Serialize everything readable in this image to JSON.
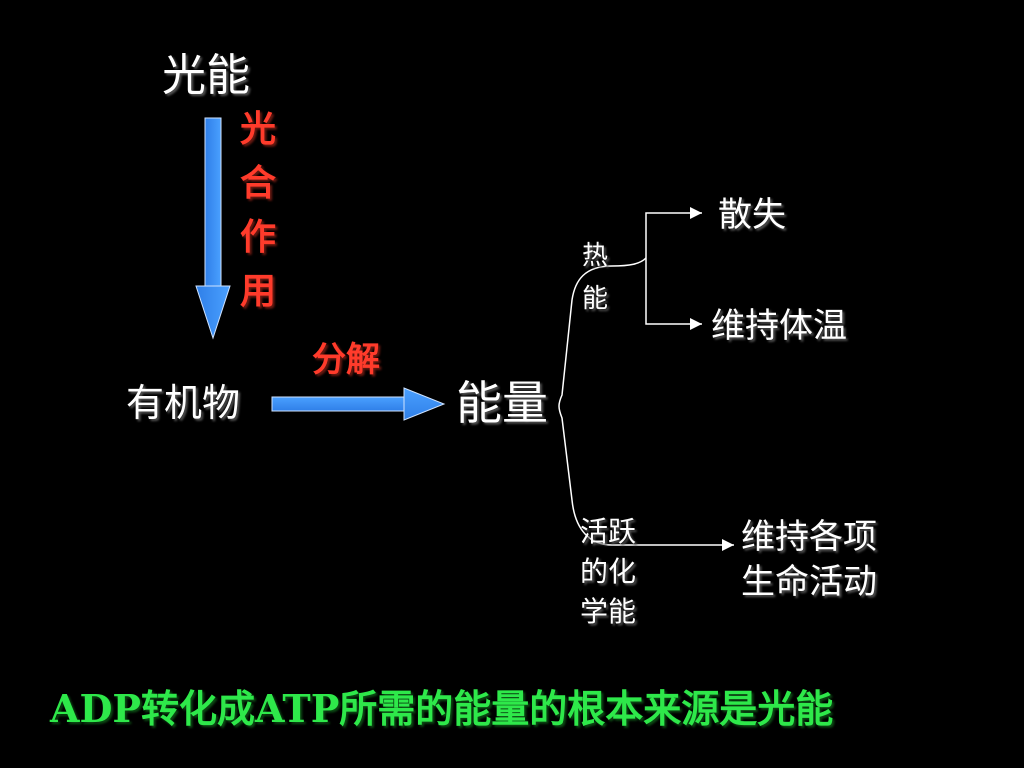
{
  "diagram": {
    "light_energy": "光能",
    "photosynthesis": [
      "光",
      "合",
      "作",
      "用"
    ],
    "organic_matter": "有机物",
    "decompose": "分解",
    "energy": "能量",
    "heat_energy": [
      "热",
      "能"
    ],
    "dissipate": "散失",
    "maintain_body_temp": "维持体温",
    "active_chemical_energy": [
      "活跃",
      "的化",
      "学能"
    ],
    "life_activities": [
      "维持各项",
      "生命活动"
    ],
    "conclusion": "ADP转化成ATP所需的能量的根本来源是光能"
  },
  "colors": {
    "background": "#000000",
    "arrow_blue": "#3a8df0",
    "red_text": "#ff3b2b",
    "green_text": "#2ee84a",
    "white_text": "#ffffff"
  }
}
